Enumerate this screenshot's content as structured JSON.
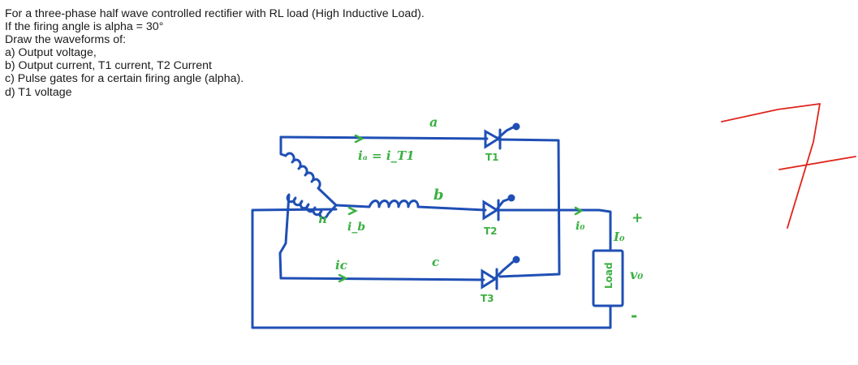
{
  "question": {
    "lines": [
      "For a three-phase half wave controlled rectifier with RL load (High Inductive Load).",
      "If the firing angle is alpha = 30°",
      "Draw the waveforms of:",
      "a) Output voltage,",
      "b) Output current, T1 current, T2 Current",
      "c) Pulse gates for a certain firing angle (alpha).",
      "d) T1 voltage"
    ]
  },
  "diagram": {
    "labels": {
      "phase_a": "a",
      "phase_b": "b",
      "phase_c": "c",
      "neutral": "n",
      "current_a": "iₐ = i_T1",
      "current_b": "i_b",
      "current_c": "ic",
      "thyristor_1": "T1",
      "thyristor_2": "T2",
      "thyristor_3": "T3",
      "output_current": "i₀",
      "load_current": "I₀",
      "load": "Load",
      "output_voltage": "v₀",
      "plus": "+",
      "minus": "-"
    },
    "colors": {
      "wire": "#1f4fb5",
      "annotation": "#3cb043",
      "grade_mark": "#e0241b"
    }
  },
  "grade_mark": {
    "value": "7"
  }
}
